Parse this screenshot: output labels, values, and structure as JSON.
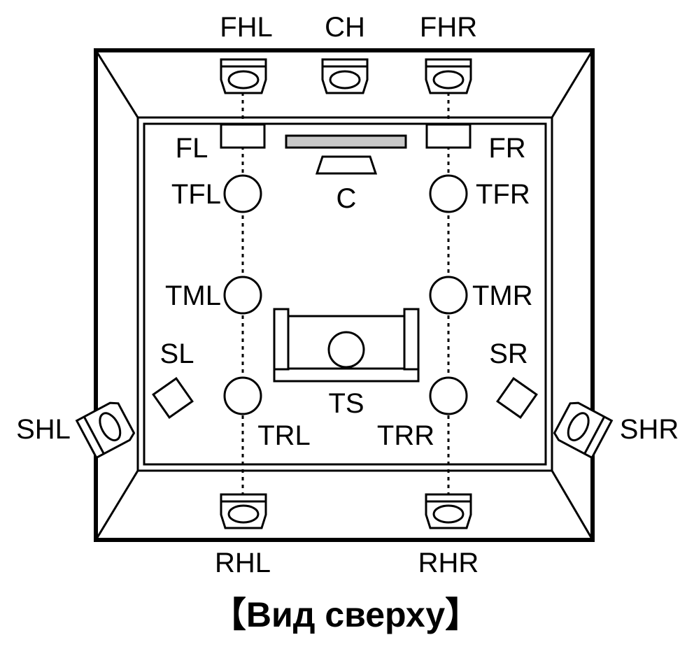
{
  "caption": "【Вид сверху】",
  "speakers": {
    "fhl": "FHL",
    "ch": "CH",
    "fhr": "FHR",
    "fl": "FL",
    "fr": "FR",
    "c": "C",
    "tfl": "TFL",
    "tfr": "TFR",
    "tml": "TML",
    "tmr": "TMR",
    "sl": "SL",
    "sr": "SR",
    "ts": "TS",
    "trl": "TRL",
    "trr": "TRR",
    "shl": "SHL",
    "shr": "SHR",
    "rhl": "RHL",
    "rhr": "RHR"
  },
  "colors": {
    "line": "#000000",
    "tv_screen": "#c8c8c8",
    "background": "#ffffff"
  }
}
